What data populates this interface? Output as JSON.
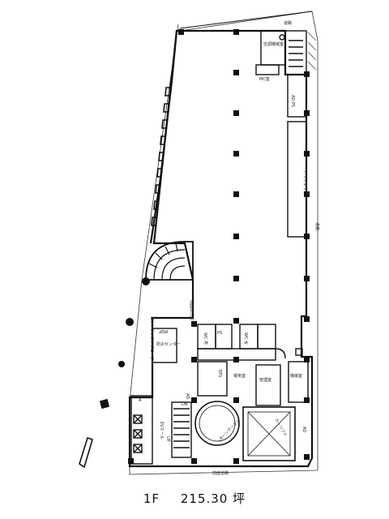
{
  "caption": {
    "floor": "1F",
    "area": "215.30 坪"
  },
  "labels": {
    "top_alley": "道路",
    "right_road": "道路",
    "bottom_road": "前面道路",
    "room_top": "空調機械室",
    "room_top_small": "MC室",
    "ad_ps": "AD PS",
    "dry_area": "ドライエリア",
    "entrance_road": "前面出入口",
    "entrance_approach": "エントランスアプローチ",
    "mdf": "MDF",
    "disaster_room": "防災センター",
    "eps": "EPS",
    "elec_room": "電気室",
    "ps": "PS",
    "wc_m": "WC 男",
    "wc_w": "WC 女",
    "mgmt": "管理室",
    "shaft_room": "機械室",
    "stair_a": "A",
    "ad": "AD",
    "ad2": "AD",
    "ev_hall": "EVホール",
    "turntable": "ターンテーブル",
    "car_lift": "カーリフト",
    "up": "UP",
    "dn": "DN"
  }
}
